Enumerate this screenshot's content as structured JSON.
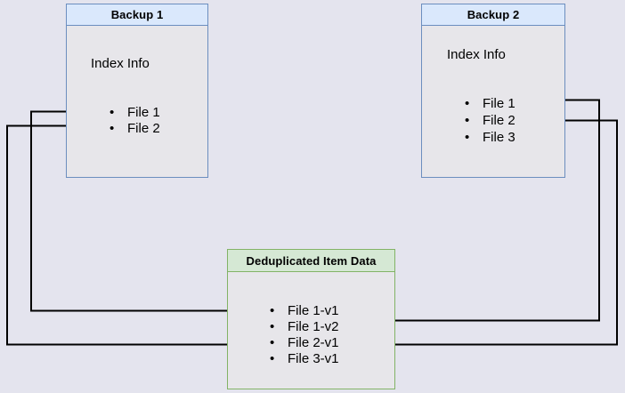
{
  "canvas": {
    "background_color": "#e4e4ee",
    "arrow_color": "#000000"
  },
  "boxes": {
    "backup1": {
      "title": "Backup 1",
      "subtitle": "Index Info",
      "items": [
        "File 1",
        "File 2"
      ],
      "header_fill": "#dae8fc",
      "border_color": "#6c8ebf"
    },
    "backup2": {
      "title": "Backup 2",
      "subtitle": "Index Info",
      "items": [
        "File 1",
        "File 2",
        "File 3"
      ],
      "header_fill": "#dae8fc",
      "border_color": "#6c8ebf"
    },
    "dedup": {
      "title": "Deduplicated Item Data",
      "items": [
        "File 1-v1",
        "File 1-v2",
        "File 2-v1",
        "File 3-v1"
      ],
      "header_fill": "#d5e8d4",
      "border_color": "#82b366"
    }
  },
  "arrows": [
    {
      "from": "Backup 1 / File 1",
      "to": "Deduplicated Item Data / File 1-v1"
    },
    {
      "from": "Backup 1 / File 2",
      "to": "Deduplicated Item Data / File 2-v1"
    },
    {
      "from": "Backup 2 / File 1",
      "to": "Deduplicated Item Data / File 1-v2"
    },
    {
      "from": "Backup 2 / File 2",
      "to": "Deduplicated Item Data / File 2-v1"
    }
  ]
}
